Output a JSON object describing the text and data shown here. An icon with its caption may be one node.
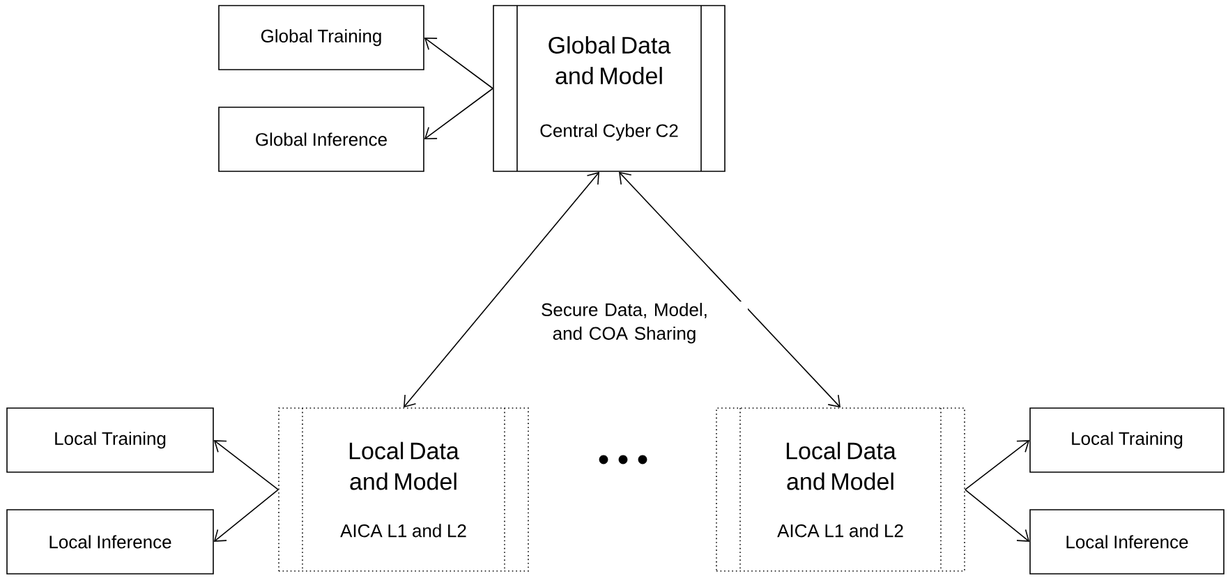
{
  "diagram": {
    "nodes": [
      {
        "text": [
          "Global Data and Model",
          "Central Cyber C2"
        ]
      },
      {
        "text": [
          "Global Training"
        ]
      },
      {
        "text": [
          "Global Inference"
        ]
      },
      {
        "text": [
          "Local Data and Model",
          "AICA L1 and L2"
        ]
      },
      {
        "text": [
          "Local Training"
        ]
      },
      {
        "text": [
          "Local Inference"
        ]
      },
      {
        "text": [
          "Local Data and Model",
          "AICA L1 and L2"
        ]
      },
      {
        "text": [
          "Local Training"
        ]
      },
      {
        "text": [
          "Local Inference"
        ]
      }
    ],
    "edges": [
      {
        "from": 0,
        "to": 1,
        "arrow": "to"
      },
      {
        "from": 0,
        "to": 2,
        "arrow": "to"
      },
      {
        "from": 0,
        "to": 3,
        "arrow": "both",
        "label": "Secure Data, Model, and COA Sharing"
      },
      {
        "from": 0,
        "to": 6,
        "arrow": "both"
      },
      {
        "from": 3,
        "to": 4,
        "arrow": "to"
      },
      {
        "from": 3,
        "to": 5,
        "arrow": "to"
      },
      {
        "from": 6,
        "to": 7,
        "arrow": "to"
      },
      {
        "from": 6,
        "to": 8,
        "arrow": "to"
      }
    ]
  }
}
